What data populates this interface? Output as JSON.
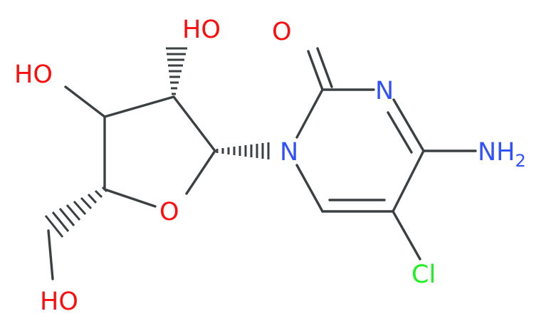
{
  "atoms": {
    "o_carbonyl": "O",
    "n_ring3": "N",
    "n_ring1": "N",
    "nh2": "NH",
    "nh2_sub": "2",
    "cl": "Cl",
    "o_furanose": "O",
    "oh_c2": "HO",
    "oh_c3": "HO",
    "oh_c5": "HO"
  },
  "colors": {
    "carbon": "#3b4143",
    "oxygen": "#ff0d0d",
    "nitrogen": "#3050f8",
    "chlorine": "#1ff01f"
  }
}
